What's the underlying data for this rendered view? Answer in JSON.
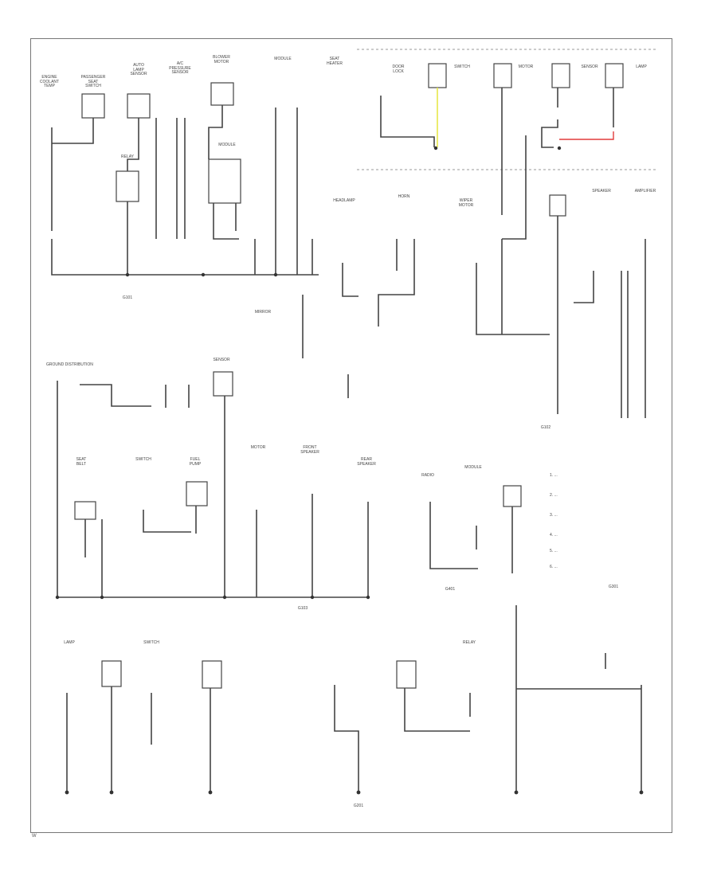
{
  "colors": {
    "wire": "#444444",
    "highlight_yellow": "#e8e84a",
    "highlight_red": "#e23c3c",
    "frame": "#777777"
  },
  "diagram": {
    "section_label": "GROUND DISTRIBUTION",
    "components": {
      "c1": "ENGINE\nCOOLANT\nTEMP",
      "c2": "PASSENGER\nSEAT\nSWITCH",
      "c3": "AUTO\nLAMP\nSENSOR",
      "c4": "A/C\nPRESSURE\nSENSOR",
      "c5": "BLOWER\nMOTOR",
      "c6": "MODULE",
      "c7": "SEAT\nHEATER",
      "c8": "DOOR\nLOCK",
      "c9": "SWITCH",
      "c10": "MOTOR",
      "c11": "SENSOR",
      "c12": "LAMP",
      "c13": "RELAY",
      "c14": "MODULE",
      "c15": "HEADLAMP",
      "c16": "HORN",
      "c17": "WIPER\nMOTOR",
      "c18": "SPEAKER",
      "c19": "AMPLIFIER",
      "c20": "MIRROR",
      "c21": "SENSOR",
      "c22": "SEAT\nBELT",
      "c23": "SWITCH",
      "c24": "FUEL\nPUMP",
      "c25": "MOTOR",
      "c26": "FRONT\nSPEAKER",
      "c27": "REAR\nSPEAKER",
      "c28": "RADIO",
      "c29": "MODULE",
      "c30": "LAMP",
      "c31": "SWITCH",
      "c32": "RELAY"
    },
    "grounds": {
      "g1": "G101",
      "g2": "G102",
      "g3": "G103",
      "g4": "G201",
      "g5": "G301",
      "g6": "G401"
    },
    "notes": {
      "n1": "1. ...",
      "n2": "2. ...",
      "n3": "3. ...",
      "n4": "4. ...",
      "n5": "5. ...",
      "n6": "6. ..."
    },
    "page_id": "W"
  }
}
